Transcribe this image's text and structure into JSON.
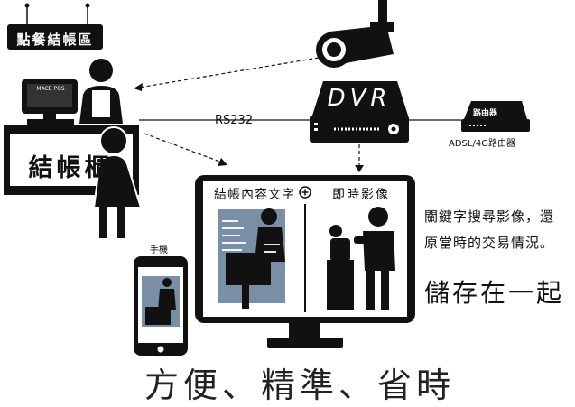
{
  "labels": {
    "sign": "點餐結帳區",
    "counter": "結帳櫃",
    "pos_brand": "MACE POS",
    "dvr": "DVR",
    "connection": "RS232",
    "router_label": "路由器",
    "router_sub": "ADSL/4G路由器",
    "screen_left_title": "結帳內容文字",
    "screen_right_title": "即時影像",
    "phone_label": "手機",
    "desc_line1": "關鍵字搜尋影像，還",
    "desc_line2": "原當時的交易情況。",
    "storage": "儲存在一起",
    "tagline": "方便、精準、省時"
  },
  "colors": {
    "ink": "#111111",
    "overlay_blue": "#7a8fa6",
    "background": "#ffffff"
  },
  "icons": {
    "camera": "cctv-camera-icon",
    "dvr": "dvr-recorder-icon",
    "router": "router-icon",
    "monitor": "monitor-icon",
    "phone": "smartphone-icon",
    "cashier": "cashier-person-icon",
    "customer": "customer-person-icon",
    "pos": "pos-terminal-icon",
    "zoom": "zoom-plus-icon"
  }
}
